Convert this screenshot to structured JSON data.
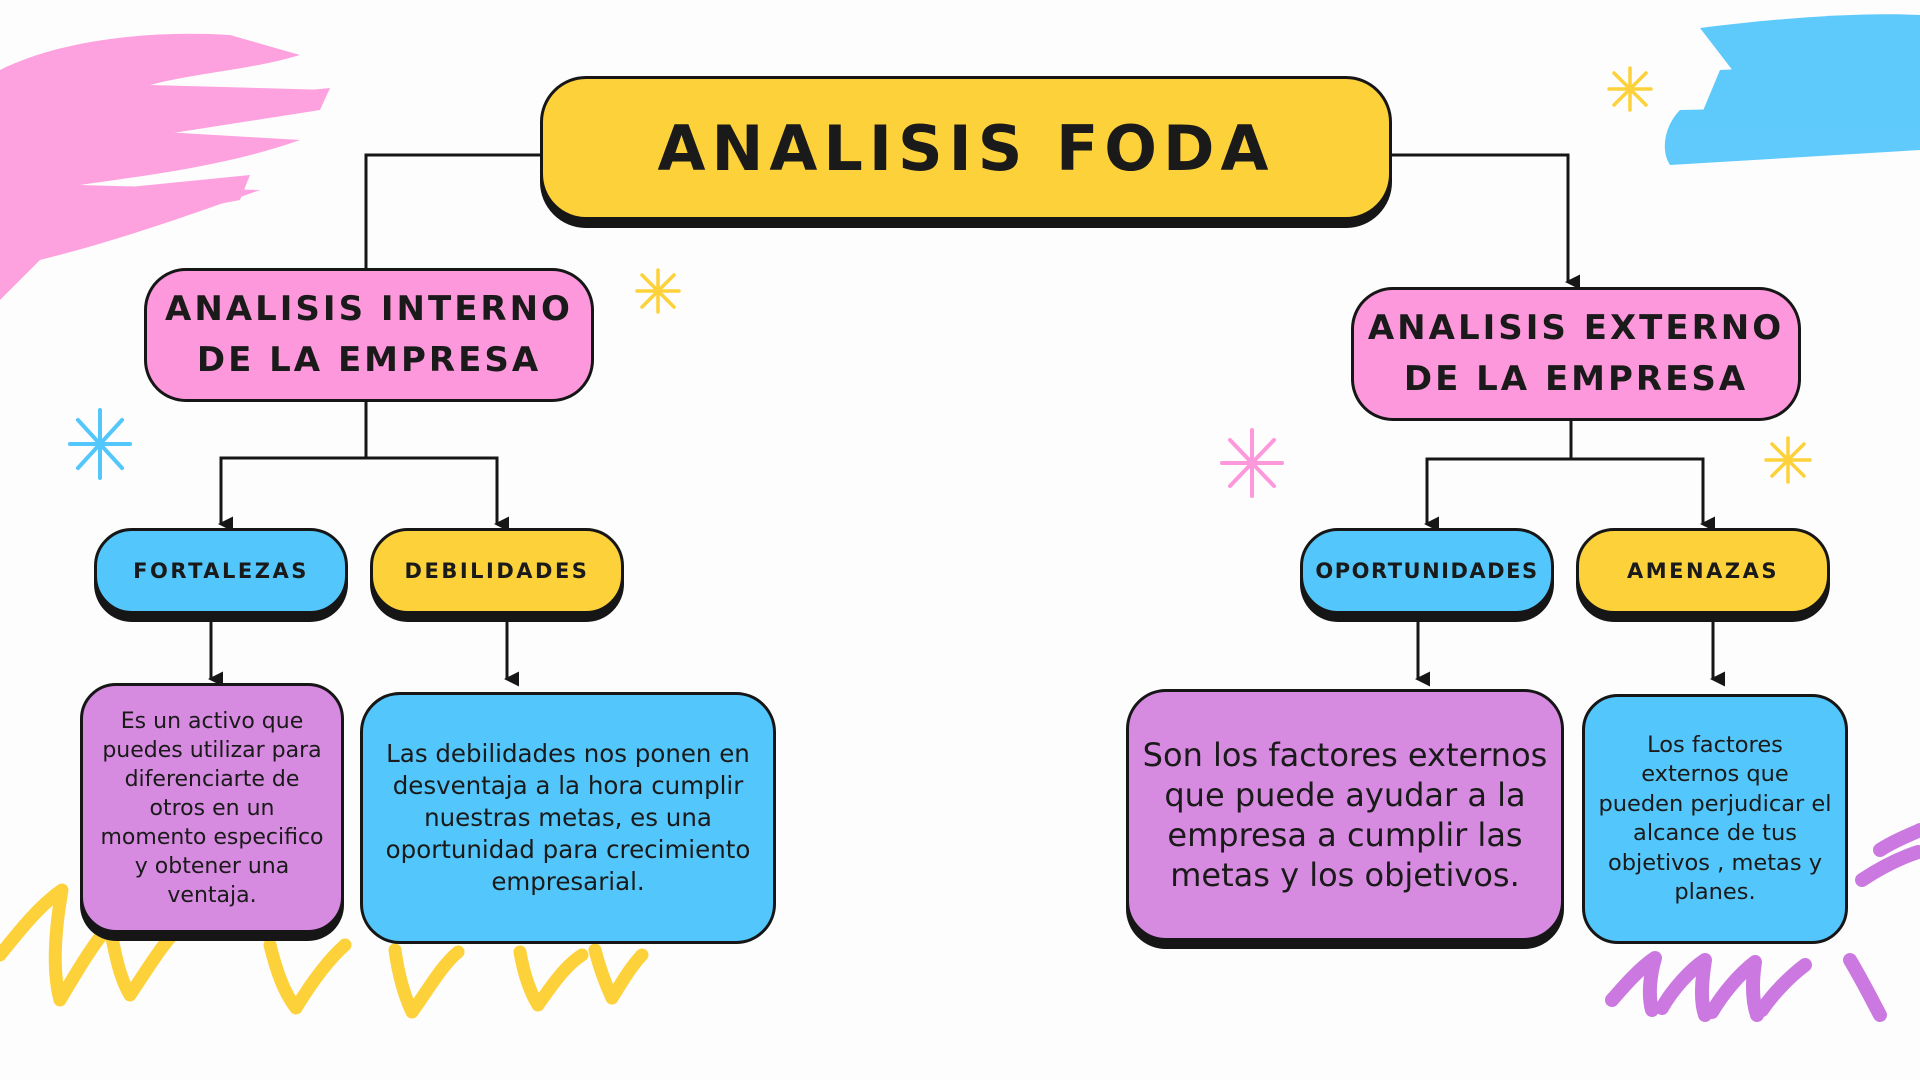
{
  "title": "ANALISIS FODA",
  "internal": {
    "heading": "ANALISIS INTERNO DE LA EMPRESA",
    "strengths": {
      "label": "FORTALEZAS",
      "description": "Es un activo que puedes utilizar para diferenciarte de otros en un momento especifico y obtener una ventaja."
    },
    "weaknesses": {
      "label": "DEBILIDADES",
      "description": "Las debilidades nos ponen en desventaja a la hora cumplir nuestras metas, es una oportunidad para crecimiento empresarial."
    }
  },
  "external": {
    "heading": "ANALISIS EXTERNO DE LA EMPRESA",
    "opportunities": {
      "label": "OPORTUNIDADES",
      "description": "Son los factores externos que puede ayudar a la empresa a cumplir las metas y los objetivos."
    },
    "threats": {
      "label": "AMENAZAS",
      "description": "Los factores externos que pueden perjudicar el alcance de tus objetivos , metas y planes."
    }
  },
  "colors": {
    "yellow": "#fdd13a",
    "pink": "#fe98dc",
    "blue": "#53c6fb",
    "purple": "#d68ae0",
    "outline": "#161616"
  }
}
